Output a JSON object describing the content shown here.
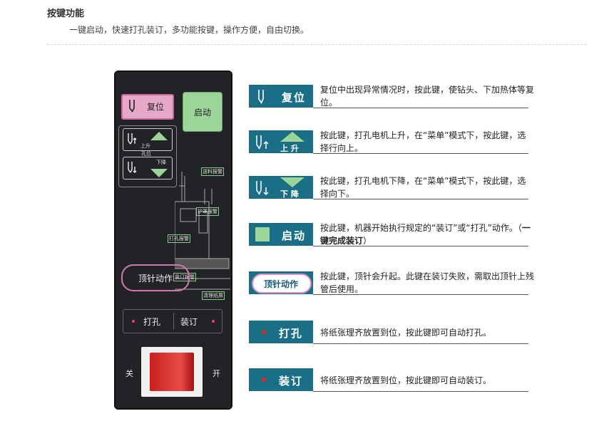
{
  "header": {
    "title": "按键功能",
    "subtitle": "一键启动，快速打孔装订，多功能按键，操作方便，自由切换。"
  },
  "panel": {
    "reset_label": "复位",
    "start_label": "启动",
    "up_label": "上升",
    "down_label": "下降",
    "hole_label": "孔位",
    "lift_label": "顶针动作",
    "punch_label": "打孔",
    "bind_label": "装订",
    "switch_off": "关",
    "switch_on": "开",
    "machine_labels": {
      "feed_alarm": "送料报警",
      "guard_alarm": "护罩报警",
      "punch_alarm": "打孔报警",
      "bind_alarm": "装订报警",
      "clean_paper": "清理纸屑"
    }
  },
  "legend": [
    {
      "tag": "复位",
      "desc": "复位中出现异常情况时，按此键，使钻头、下加热体等复位。"
    },
    {
      "tag": "上 升",
      "desc": "按此键，打孔电机上升，在“菜单”模式下，按此键，选择行向上。"
    },
    {
      "tag": "下 降",
      "desc": "按此键，打孔电机下降，在“菜单”模式下，按此键，选择向下。"
    },
    {
      "tag": "启动",
      "desc_a": "按此键，机器开始执行规定的“装订”或“打孔”动作。（",
      "desc_b": "一键完成装订",
      "desc_c": "）"
    },
    {
      "tag": "顶针动作",
      "desc": "按此键，顶针会升起。此键在装订失败，需取出顶针上残管后使用。"
    },
    {
      "tag": "打孔",
      "desc": "将纸张理齐放置到位，按此键即可自动打孔。"
    },
    {
      "tag": "装订",
      "desc": "将纸张理齐放置到位，按此键即可自动装订。"
    }
  ],
  "colors": {
    "tag_bg": "#1a6f86",
    "reset_key": "#e6a8c8",
    "start_key": "#9cd49a",
    "switch_red": "#d82a27"
  }
}
